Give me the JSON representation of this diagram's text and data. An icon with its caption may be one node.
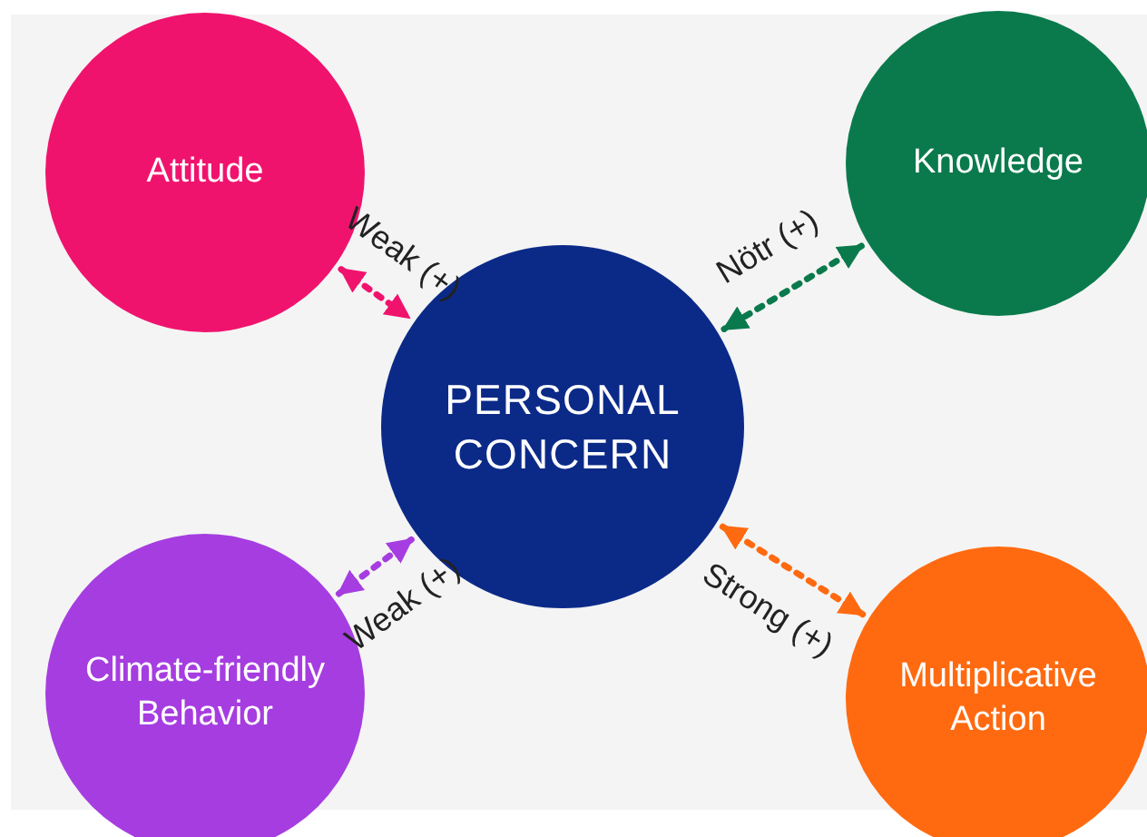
{
  "diagram": {
    "nodes": [
      {
        "text": [
          "PERSONAL CONCERN"
        ]
      },
      {
        "text": [
          "Attitude"
        ]
      },
      {
        "text": [
          "Knowledge"
        ]
      },
      {
        "text": [
          "Climate-friendly Behavior"
        ]
      },
      {
        "text": [
          "Multiplicative Action"
        ]
      }
    ],
    "edges": [
      {
        "from": 1,
        "to": 0,
        "arrow": "both",
        "label": "Weak (+)",
        "style": "dashed",
        "color": "#f0136e"
      },
      {
        "from": 2,
        "to": 0,
        "arrow": "both",
        "label": "Nötr (+)",
        "style": "dashed",
        "color": "#0a7a4c"
      },
      {
        "from": 3,
        "to": 0,
        "arrow": "both",
        "label": "Weak (+)",
        "style": "dashed",
        "color": "#a63de0"
      },
      {
        "from": 4,
        "to": 0,
        "arrow": "both",
        "label": "Strong (+)",
        "style": "dashed",
        "color": "#ff6a10"
      }
    ]
  }
}
